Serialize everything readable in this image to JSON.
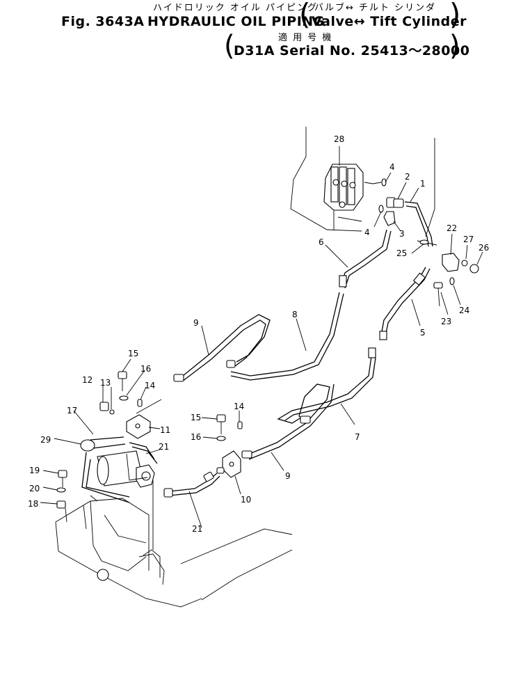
{
  "header": {
    "fig_label": "Fig. 3643A",
    "title_jp": "ハイドロリック オイル パイピング",
    "title_en": "HYDRAULIC OIL PIPING",
    "sub_jp": "バルブ↔ チルト シリンダ",
    "sub_en": "Valve↔ Tift Cylinder",
    "applic_jp": "適 用 号 機",
    "applic_en": "D31A Serial No. 25413～28000"
  },
  "callouts": {
    "c1": "1",
    "c2": "2",
    "c3": "3",
    "c4a": "4",
    "c4b": "4",
    "c5": "5",
    "c6": "6",
    "c7": "7",
    "c8": "8",
    "c9a": "9",
    "c9b": "9",
    "c10": "10",
    "c11": "11",
    "c12": "12",
    "c13": "13",
    "c14a": "14",
    "c14b": "14",
    "c15a": "15",
    "c15b": "15",
    "c16a": "16",
    "c16b": "16",
    "c17": "17",
    "c18": "18",
    "c19": "19",
    "c20": "20",
    "c21a": "21",
    "c21b": "21",
    "c22": "22",
    "c23": "23",
    "c24": "24",
    "c25": "25",
    "c26": "26",
    "c27": "27",
    "c28": "28",
    "c29": "29"
  }
}
